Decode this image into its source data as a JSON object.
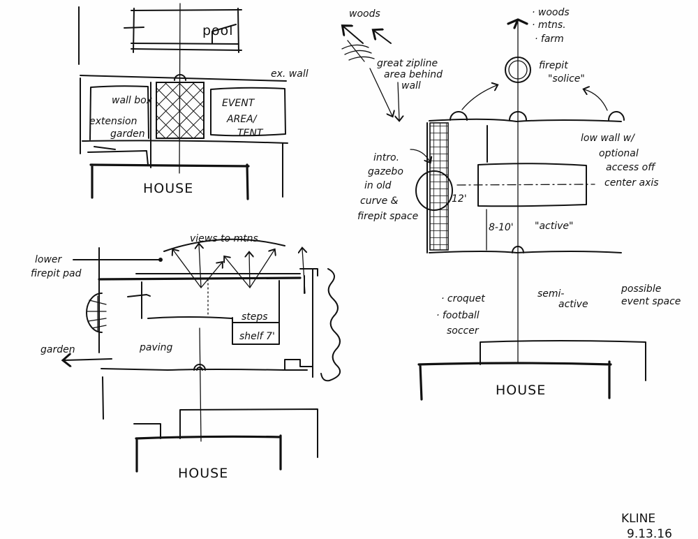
{
  "sketch_top_left": {
    "pool": "pool",
    "ex_wall": "ex. wall",
    "wall_box_1": "wall box",
    "wall_box_2": "extension",
    "wall_box_3": "garden",
    "event_1": "EVENT",
    "event_2": "AREA/",
    "event_3": "TENT",
    "house": "HOUSE"
  },
  "sketch_bottom_left": {
    "views": "views to mtns.",
    "lower_firepit_1": "lower",
    "lower_firepit_2": "firepit pad",
    "steps": "steps",
    "shelf": "shelf 7'",
    "garden": "garden",
    "paving": "paving",
    "house": "HOUSE"
  },
  "sketch_right": {
    "woods_left": "woods",
    "zipline_1": "great zipline",
    "zipline_2": "area behind",
    "zipline_3": "wall",
    "woods_top_1": "· woods",
    "woods_top_2": "· mtns.",
    "woods_top_3": "· farm",
    "firepit_1": "firepit",
    "firepit_2": "\"solice\"",
    "low_wall_1": "low wall w/",
    "low_wall_2": "optional",
    "low_wall_3": "access off",
    "low_wall_4": "center axis",
    "gazebo_1": "intro.",
    "gazebo_2": "gazebo",
    "gazebo_3": "in old",
    "gazebo_4": "curve &",
    "gazebo_5": "firepit space",
    "dim_12": "12'",
    "dim_8_10": "8-10'",
    "active": "\"active\"",
    "activities_1": "· croquet",
    "activities_2": "· football",
    "activities_3": "  soccer",
    "semi_active_1": "semi-",
    "semi_active_2": "active",
    "possible_1": "possible",
    "possible_2": "event space",
    "house": "HOUSE"
  },
  "signature": {
    "name": "KLINE",
    "date": "9.13.16"
  }
}
